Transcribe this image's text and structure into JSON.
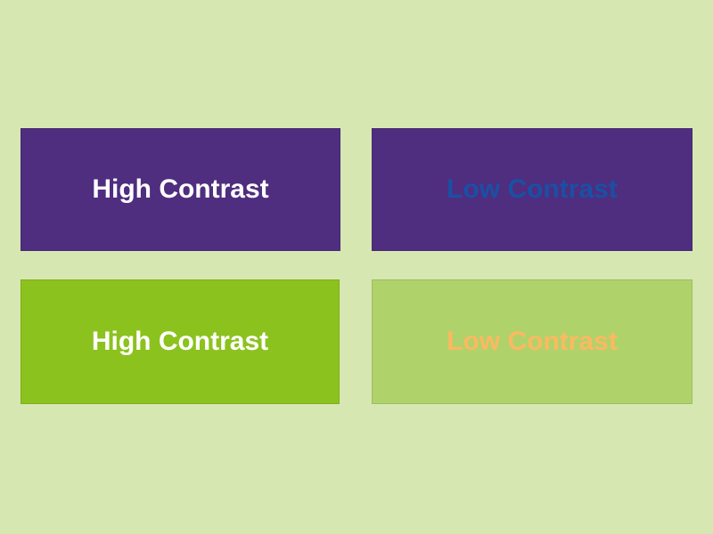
{
  "canvas": {
    "background": "#D6E7B2"
  },
  "panels": [
    {
      "id": "top-left",
      "label": "High Contrast",
      "bg": "#4F2D7F",
      "fg": "#FFFFFF"
    },
    {
      "id": "top-right",
      "label": "Low Contrast",
      "bg": "#4F2D7F",
      "fg": "#1A50A4"
    },
    {
      "id": "bottom-left",
      "label": "High Contrast",
      "bg": "#8CC21E",
      "fg": "#FFFFFF"
    },
    {
      "id": "bottom-right",
      "label": "Low Contrast",
      "bg": "#B0D26B",
      "fg": "#FBB961"
    }
  ]
}
